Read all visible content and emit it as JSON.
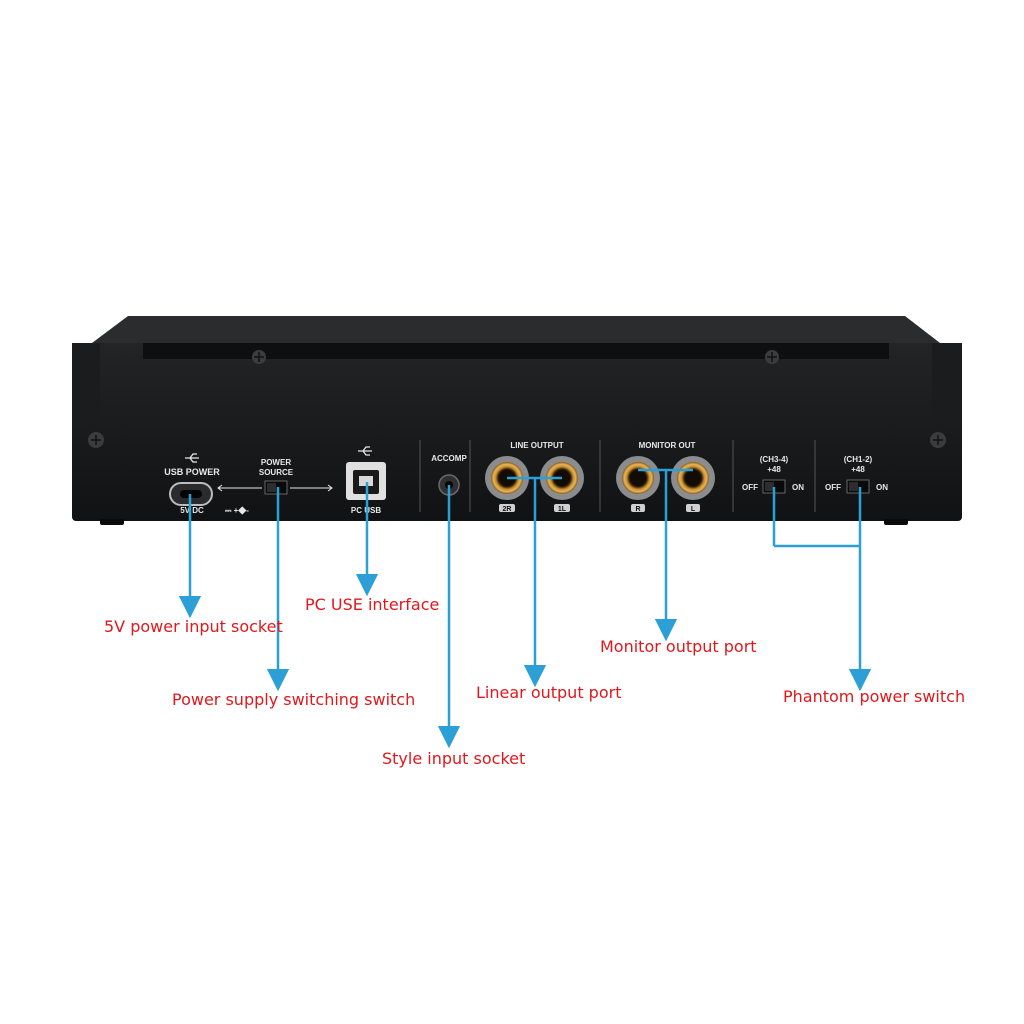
{
  "panel": {
    "usb_power": "USB POWER",
    "usb_power_spec": "5V DC",
    "power_source_line1": "POWER",
    "power_source_line2": "SOURCE",
    "pc_usb": "PC USB",
    "accomp": "ACCOMP",
    "line_output": "LINE OUTPUT",
    "line_output_r": "2R",
    "line_output_l": "1L",
    "monitor_out": "MONITOR OUT",
    "monitor_r": "R",
    "monitor_l": "L",
    "ch34": "(CH3-4)",
    "ch12": "(CH1-2)",
    "plus48": "+48",
    "off": "OFF",
    "on": "ON"
  },
  "callouts": {
    "power_input": "5V power input socket",
    "pc_interface": "PC USE interface",
    "power_switch": "Power supply switching switch",
    "style_input": "Style input socket",
    "linear_output": "Linear output port",
    "monitor_output": "Monitor output port",
    "phantom_power": "Phantom power switch"
  },
  "colors": {
    "callout_text": "#e0181b",
    "arrow": "#2b9fd6",
    "panel": "#151617"
  }
}
